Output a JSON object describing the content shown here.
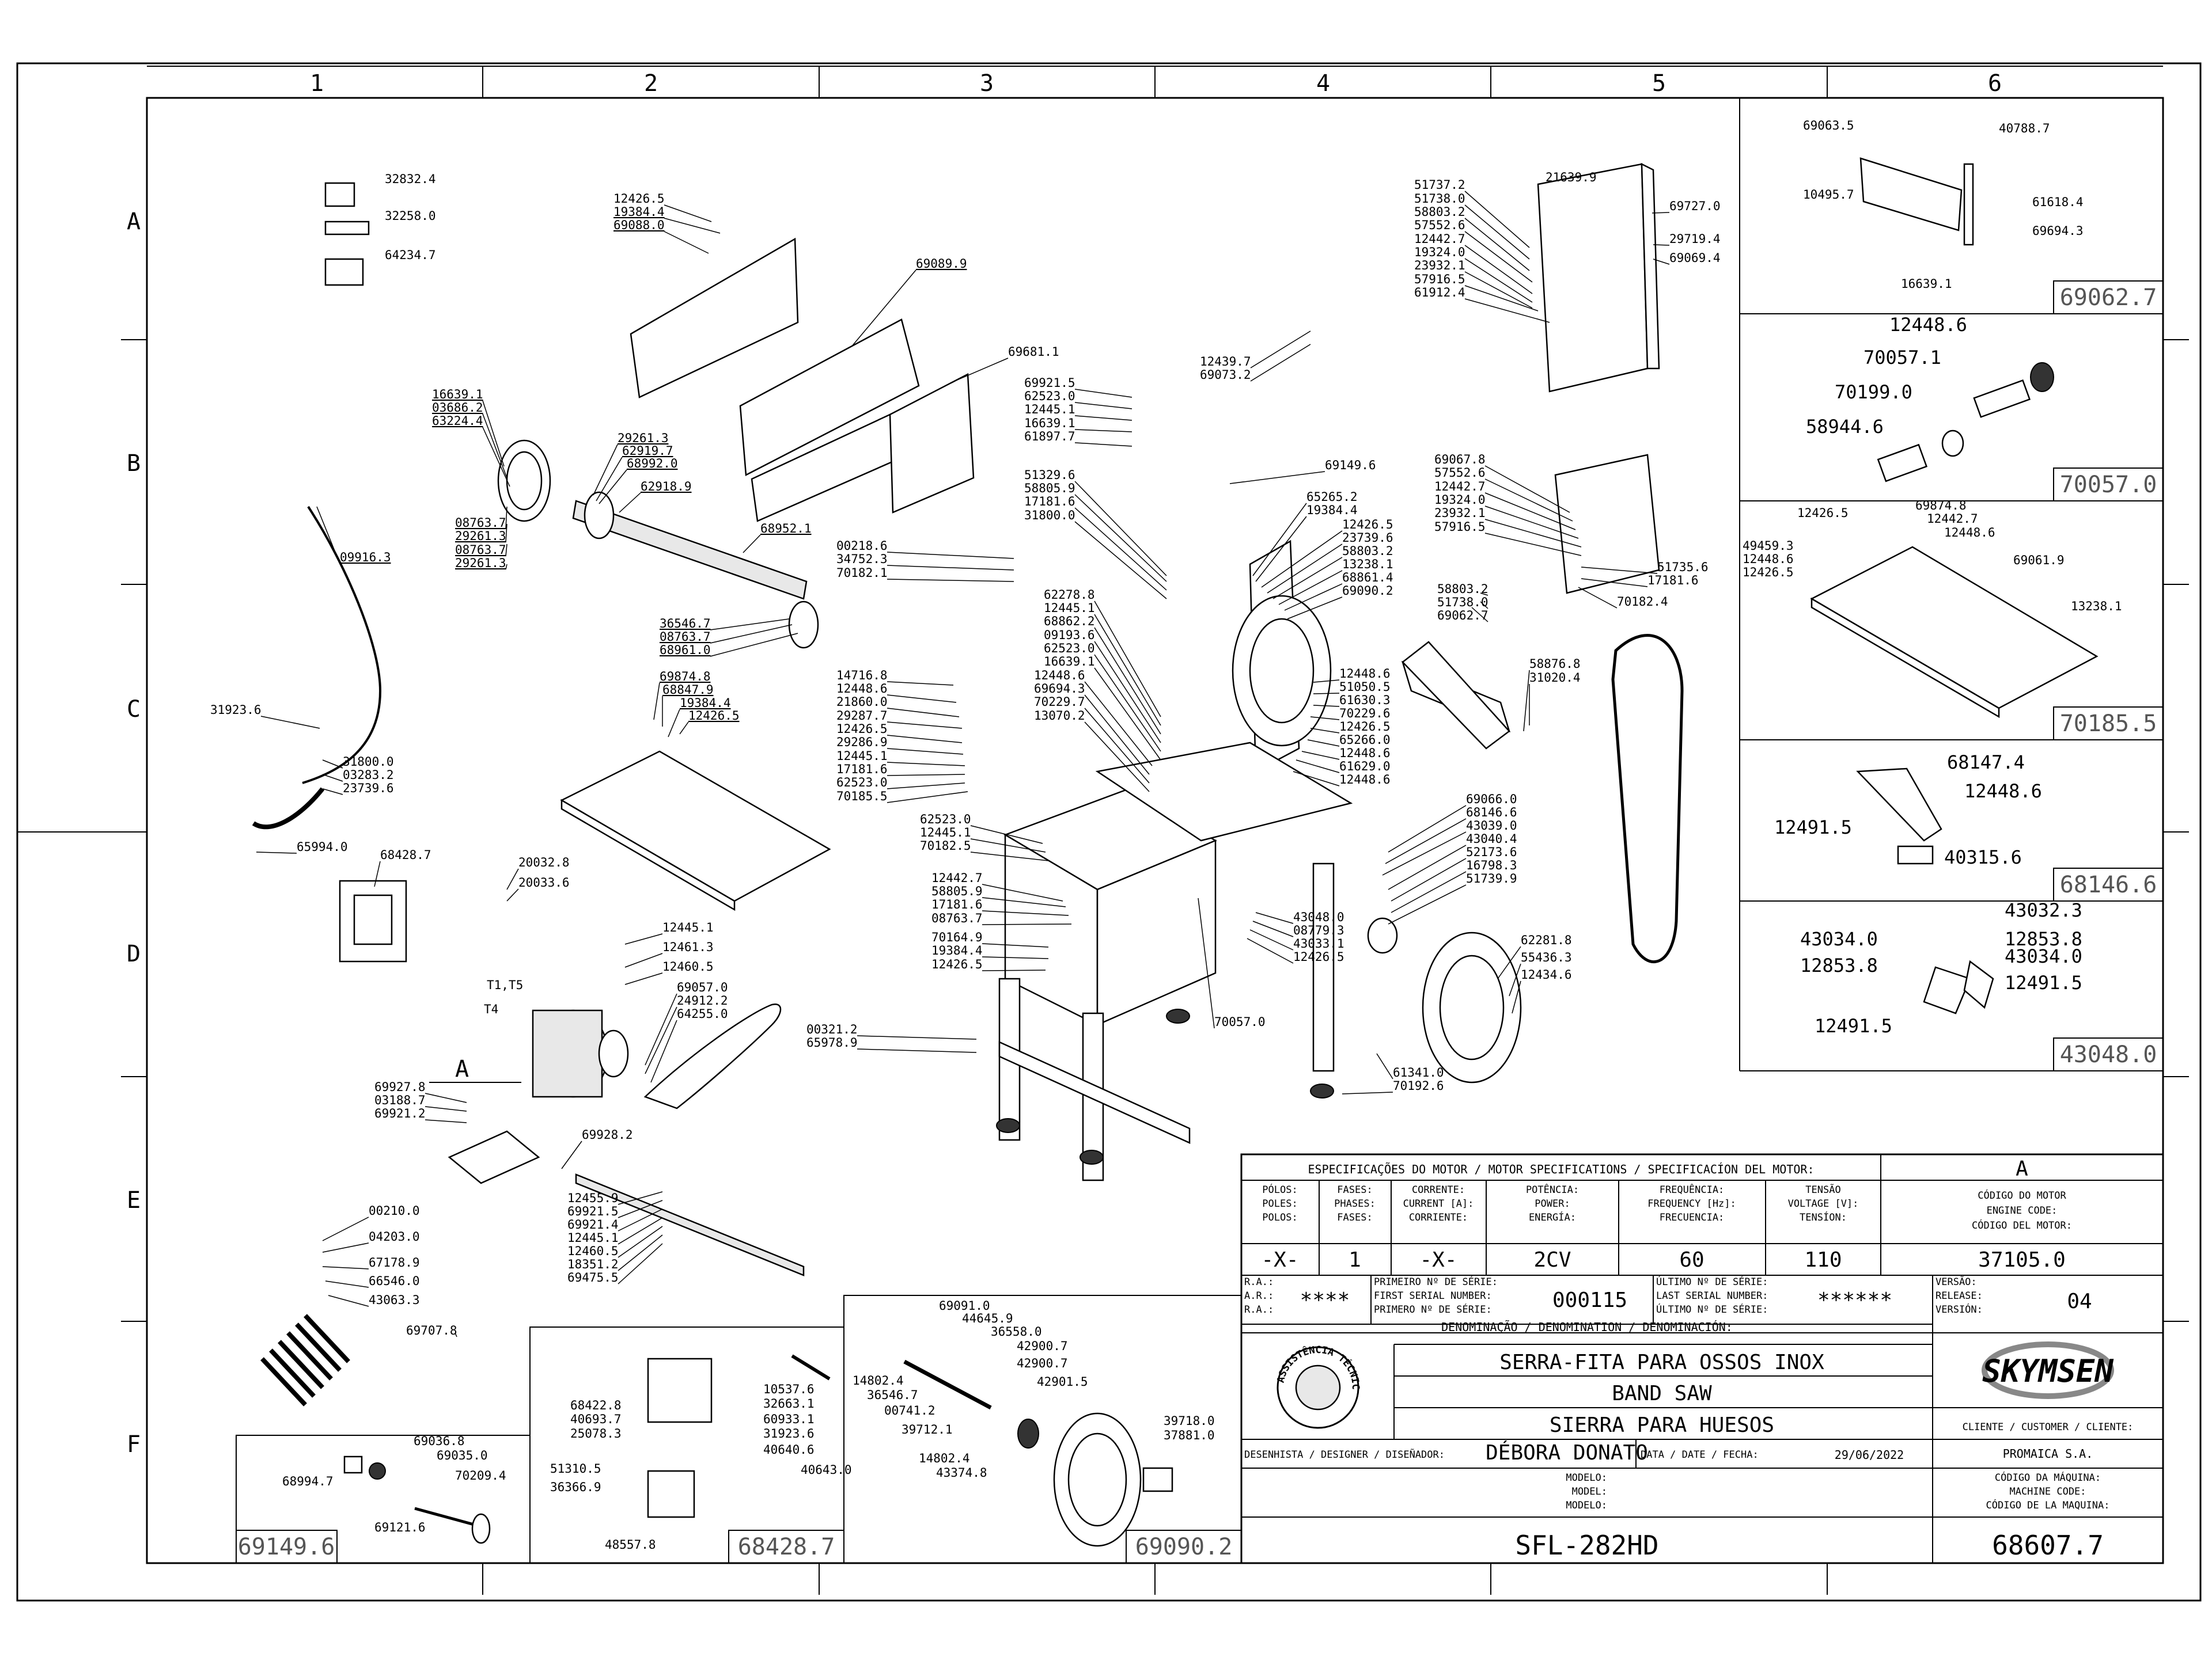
{
  "grid": {
    "columns": [
      "1",
      "2",
      "3",
      "4",
      "5",
      "6"
    ],
    "rows": [
      "A",
      "B",
      "C",
      "D",
      "E",
      "F"
    ]
  },
  "callouts": [
    "32832.4",
    "32258.0",
    "64234.7",
    "12426.5",
    "19384.4",
    "69088.0",
    "69089.9",
    "69681.1",
    "16639.1",
    "03686.2",
    "63224.4",
    "29261.3",
    "62919.7",
    "68992.0",
    "62918.9",
    "08763.7",
    "29261.3",
    "08763.7",
    "29261.3",
    "68952.1",
    "09916.3",
    "36546.7",
    "08763.7",
    "68961.0",
    "69874.8",
    "68847.9",
    "19384.4",
    "12426.5",
    "31923.6",
    "31800.0",
    "03283.2",
    "23739.6",
    "65994.0",
    "68428.7",
    "20032.8",
    "20033.6",
    "12445.1",
    "12461.3",
    "12460.5",
    "T1,T5",
    "T4",
    "69057.0",
    "24912.2",
    "64255.0",
    "69921.5",
    "62523.0",
    "12445.1",
    "16639.1",
    "61897.7",
    "51329.6",
    "58805.9",
    "17181.6",
    "31800.0",
    "00218.6",
    "34752.3",
    "70182.1",
    "62278.8",
    "12445.1",
    "68862.2",
    "09193.6",
    "62523.0",
    "16639.1",
    "12448.6",
    "69694.3",
    "70229.7",
    "13070.2",
    "14716.8",
    "12448.6",
    "21860.0",
    "29287.7",
    "12426.5",
    "29286.9",
    "12445.1",
    "17181.6",
    "62523.0",
    "70185.5",
    "62523.0",
    "12445.1",
    "70182.5",
    "12442.7",
    "58805.9",
    "17181.6",
    "08763.7",
    "70164.9",
    "19384.4",
    "12426.5",
    "00321.2",
    "65978.9",
    "69149.6",
    "65265.2",
    "19384.4",
    "12426.5",
    "23739.6",
    "58803.2",
    "13238.1",
    "68861.4",
    "69090.2",
    "12439.7",
    "69073.2",
    "51737.2",
    "51738.0",
    "58803.2",
    "57552.6",
    "12442.7",
    "19324.0",
    "23932.1",
    "57916.5",
    "61912.4",
    "21639.9",
    "69727.0",
    "29719.4",
    "69069.4",
    "69067.8",
    "57552.6",
    "12442.7",
    "19324.0",
    "23932.1",
    "57916.5",
    "51735.6",
    "17181.6",
    "70182.4",
    "58803.2",
    "51738.0",
    "69062.7",
    "12448.6",
    "51050.5",
    "61630.3",
    "70229.6",
    "12426.5",
    "65266.0",
    "12448.6",
    "61629.0",
    "12448.6",
    "58876.8",
    "31020.4",
    "69066.0",
    "68146.6",
    "43039.0",
    "43040.4",
    "52173.6",
    "16798.3",
    "51739.9",
    "43048.0",
    "08779.3",
    "43033.1",
    "12426.5",
    "70057.0",
    "62281.8",
    "55436.3",
    "12434.6",
    "61341.0",
    "70192.6",
    "69927.8",
    "03188.7",
    "69921.2",
    "69928.2",
    "12455.9",
    "69921.5",
    "69921.4",
    "12445.1",
    "12460.5",
    "18351.2",
    "69475.5",
    "00210.0",
    "04203.0",
    "67178.9",
    "66546.0",
    "43063.3",
    "69707.8"
  ],
  "insets": {
    "i69062": {
      "code": "69062.7",
      "labels": [
        "69063.5",
        "40788.7",
        "10495.7",
        "61618.4",
        "69694.3",
        "16639.1"
      ]
    },
    "i70057": {
      "code": "70057.0",
      "labels": [
        "12448.6",
        "70057.1",
        "70199.0",
        "58944.6"
      ]
    },
    "i70185": {
      "code": "70185.5",
      "labels": [
        "12426.5",
        "69874.8",
        "12442.7",
        "12448.6",
        "49459.3",
        "12448.6",
        "12426.5",
        "69061.9",
        "13238.1"
      ]
    },
    "i68146": {
      "code": "68146.6",
      "labels": [
        "68147.4",
        "12448.6",
        "12491.5",
        "40315.6"
      ]
    },
    "i43048": {
      "code": "43048.0",
      "labels": [
        "43032.3",
        "12853.8",
        "43034.0",
        "43034.0",
        "12853.8",
        "12491.5",
        "12491.5"
      ]
    },
    "i69149": {
      "code": "69149.6",
      "labels": [
        "69036.8",
        "69035.0",
        "68994.7",
        "70209.4",
        "69121.6"
      ]
    },
    "i68428": {
      "code": "68428.7",
      "labels": [
        "68422.8",
        "40693.7",
        "25078.3",
        "10537.6",
        "32663.1",
        "60933.1",
        "31923.6",
        "40640.6",
        "51310.5",
        "36366.9",
        "40643.0",
        "48557.8"
      ]
    },
    "i69090": {
      "code": "69090.2",
      "labels": [
        "69091.0",
        "44645.9",
        "36558.0",
        "14802.4",
        "42900.7",
        "36546.7",
        "42900.7",
        "00741.2",
        "42901.5",
        "39712.1",
        "39718.0",
        "14802.4",
        "37881.0",
        "43374.8"
      ]
    }
  },
  "view_letter": "A",
  "title_block": {
    "motor_header": "ESPECIFICAÇÕES DO MOTOR / MOTOR SPECIFICATIONS / SPECIFICACÍON DEL MOTOR:",
    "revision_letter": "A",
    "motor_code_labels": [
      "CÓDIGO DO MOTOR",
      "ENGINE CODE:",
      "CÓDIGO DEL MOTOR:"
    ],
    "motor_code": "37105.0",
    "columns": [
      {
        "labels": [
          "PÓLOS:",
          "POLES:",
          "POLOS:"
        ],
        "value": "-X-"
      },
      {
        "labels": [
          "FASES:",
          "PHASES:",
          "FASES:"
        ],
        "value": "1"
      },
      {
        "labels": [
          "CORRENTE:",
          "CURRENT [A]:",
          "CORRIENTE:"
        ],
        "value": "-X-"
      },
      {
        "labels": [
          "POTÊNCIA:",
          "POWER:",
          "ENERGÍA:"
        ],
        "value": "2CV"
      },
      {
        "labels": [
          "FREQUÊNCIA:",
          "FREQUENCY [Hz]:",
          "FRECUENCIA:"
        ],
        "value": "60"
      },
      {
        "labels": [
          "TENSÃO",
          "VOLTAGE [V]:",
          "TENSÍON:"
        ],
        "value": "110"
      }
    ],
    "ra_labels": [
      "R.A.:",
      "A.R.:",
      "R.A.:"
    ],
    "ra_value": "****",
    "first_serial_labels": [
      "PRIMEIRO Nº DE SÉRIE:",
      "FIRST SERIAL NUMBER:",
      "PRIMERO Nº DE SÉRIE:"
    ],
    "first_serial": "000115",
    "last_serial_labels": [
      "ÚLTIMO Nº DE SÉRIE:",
      "LAST SERIAL NUMBER:",
      "ÚLTIMO Nº DE SÉRIE:"
    ],
    "last_serial": "******",
    "version_labels": [
      "VERSÃO:",
      "RELEASE:",
      "VERSIÓN:"
    ],
    "version": "04",
    "denomination_header": "DENOMINAÇÃO / DENOMINATION / DENOMINACIÓN:",
    "names": [
      "SERRA-FITA PARA OSSOS INOX",
      "BAND SAW",
      "SIERRA PARA HUESOS"
    ],
    "brand": "SKYMSEN",
    "seal_text": "ASSISTÊNCIA TÉCNICA AUTORIZADA",
    "client_label": "CLIENTE / CUSTOMER / CLIENTE:",
    "client": "PROMAICA S.A.",
    "designer_label": "DESENHISTA / DESIGNER / DISEÑADOR:",
    "designer": "DÉBORA DONATO",
    "date_label": "DATA / DATE / FECHA:",
    "date": "29/06/2022",
    "model_labels": [
      "MODELO:",
      "MODEL:",
      "MODELO:"
    ],
    "model": "SFL-282HD",
    "machine_code_labels": [
      "CÓDIGO DA MÁQUINA:",
      "MACHINE CODE:",
      "CÓDIGO DE LA MAQUINA:"
    ],
    "machine_code": "68607.7"
  },
  "colors": {
    "ink": "#000000",
    "inset_code": "#555555",
    "fill_light": "#e8e8e8"
  }
}
